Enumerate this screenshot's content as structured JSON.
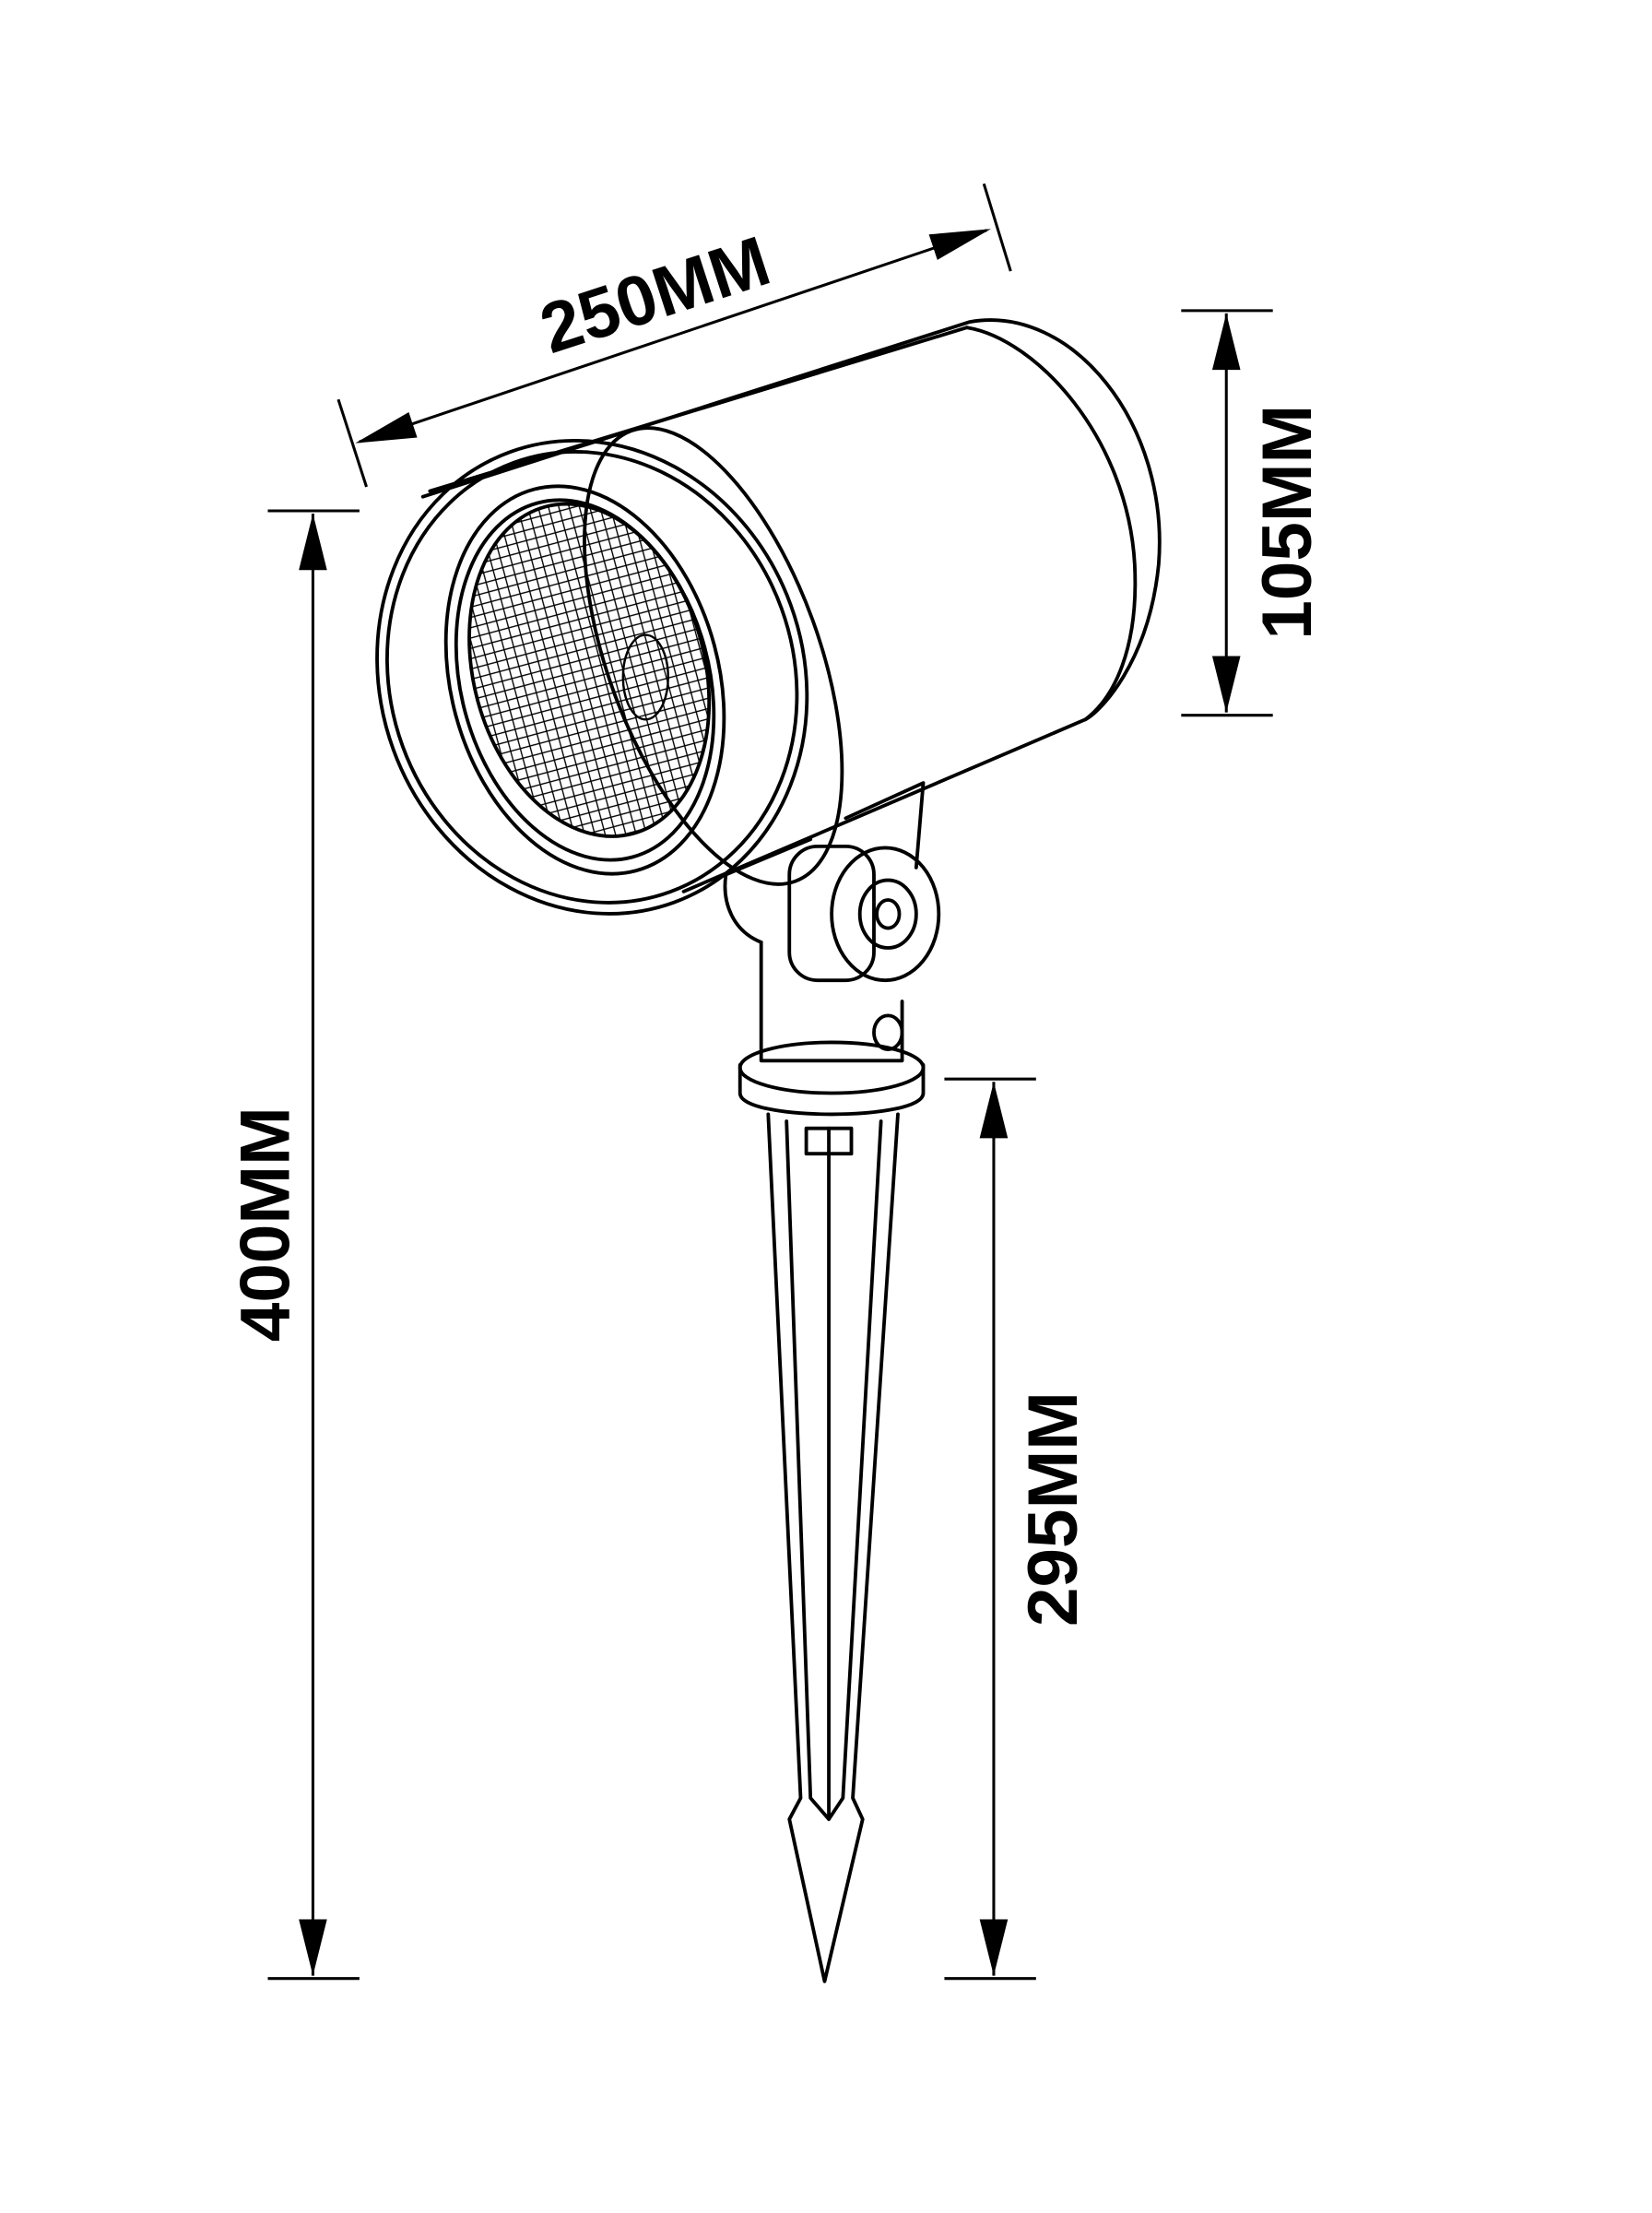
{
  "dimensions": {
    "length": "250MM",
    "head_diameter": "105MM",
    "total_height": "400MM",
    "spike_length": "295MM"
  },
  "colors": {
    "line": "#000000",
    "background": "#ffffff"
  }
}
